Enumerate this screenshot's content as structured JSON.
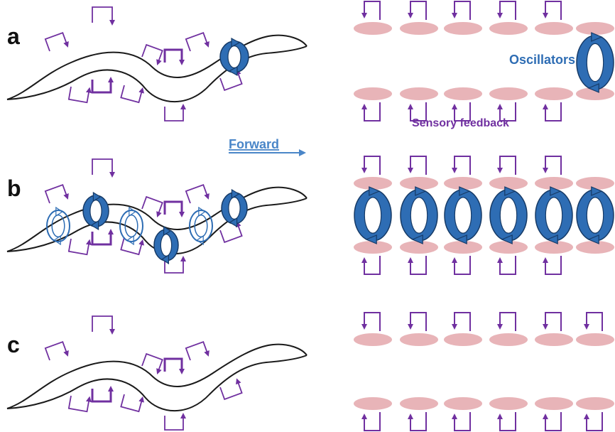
{
  "panels": [
    {
      "id": "a",
      "label": "a"
    },
    {
      "id": "b",
      "label": "b"
    },
    {
      "id": "c",
      "label": "c"
    }
  ],
  "labels": {
    "forward": "Forward",
    "oscillators": "Oscillators",
    "sensory_feedback": "Sensory feedback"
  },
  "colors": {
    "feedback": "#7030A0",
    "oscillator": "#2E6DB4",
    "oscillator_dark": "#1F4E86",
    "muscle": "#E8B4B8",
    "body_outline": "#1a1a1a",
    "forward_text": "#4A86C8"
  }
}
